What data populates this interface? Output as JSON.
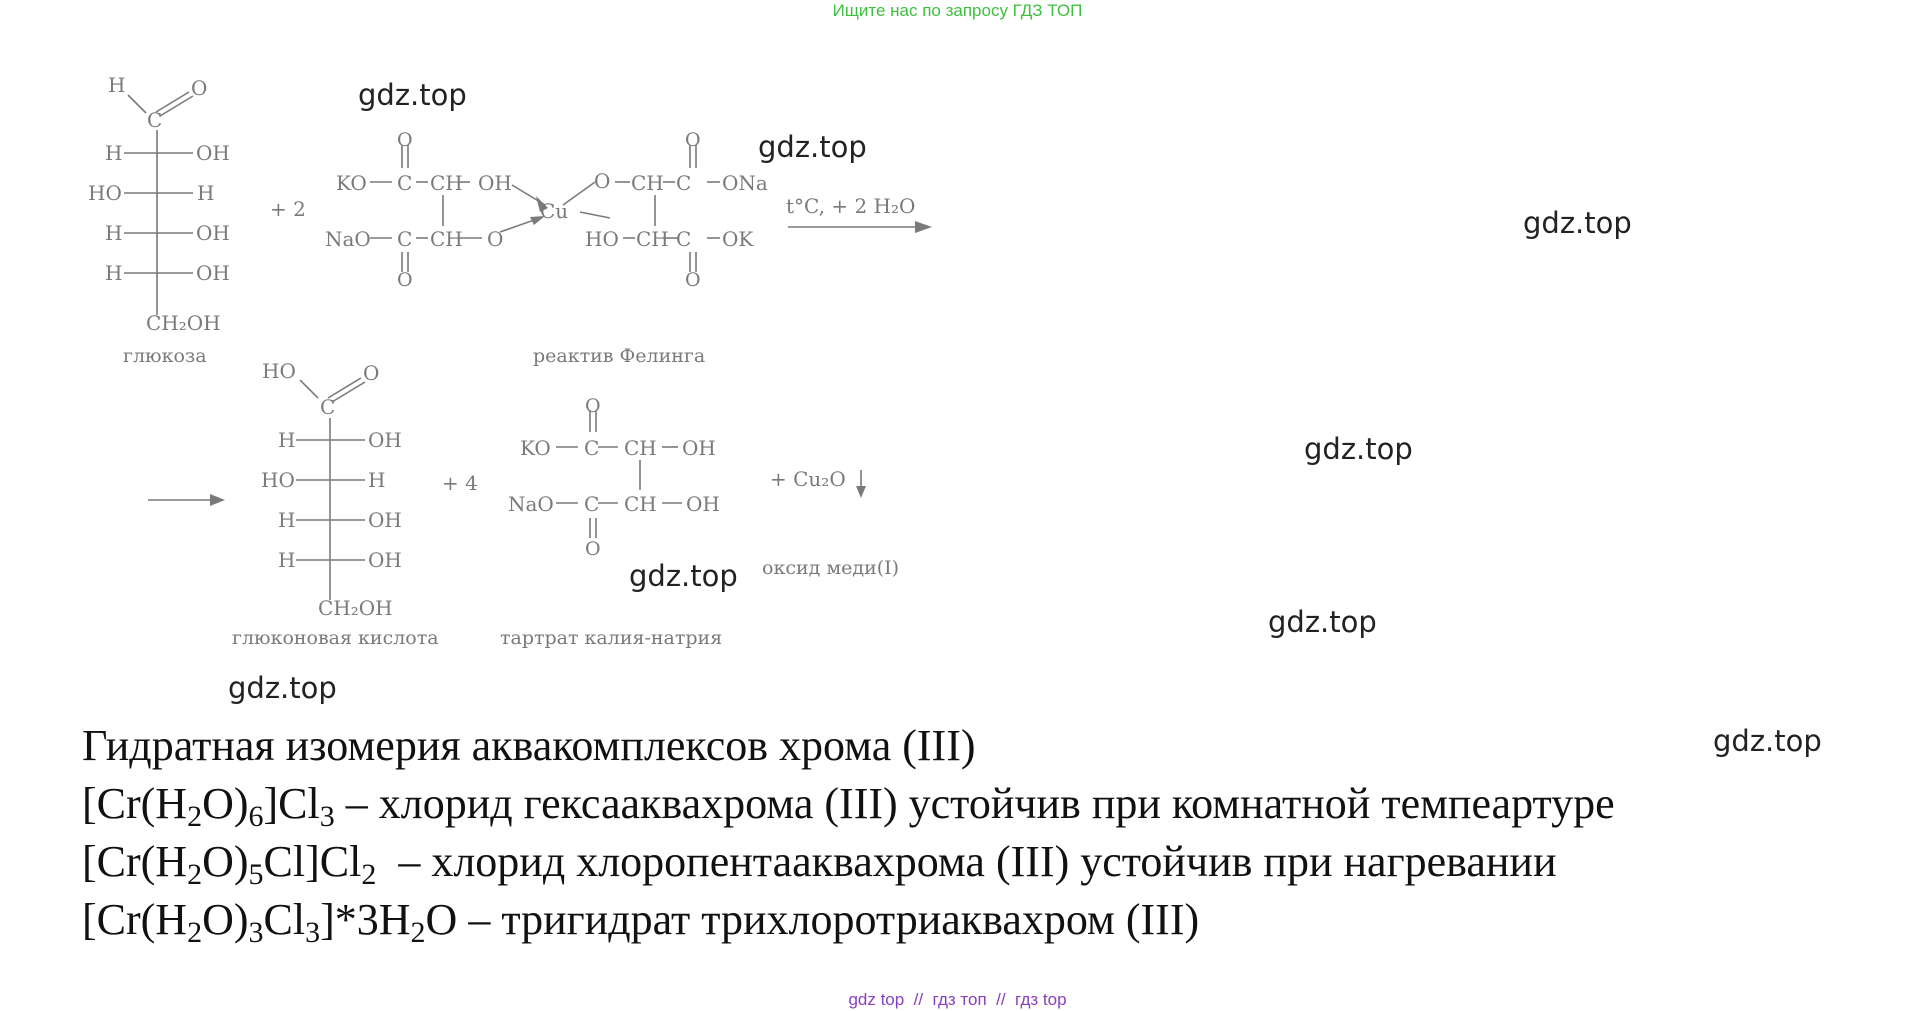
{
  "header": {
    "banner_text": "Ищите нас по запросу ГДЗ ТОП",
    "banner_color": "#3fbf3f"
  },
  "watermarks": [
    "gdz.top",
    "gdz.top",
    "gdz.top",
    "gdz.top",
    "gdz.top",
    "gdz.top",
    "gdz.top",
    "gdz.top"
  ],
  "scheme": {
    "glucose": {
      "h_top": "H",
      "o_top": "O",
      "c": "C",
      "h": "H",
      "oh": "OH",
      "ho": "HO",
      "ch2oh": "CH₂OH",
      "name": "глюкоза"
    },
    "plus_coef": "+ 2",
    "fehling": {
      "o": "O",
      "ko": "KO",
      "c": "C",
      "ch": "CH",
      "oh": "OH",
      "nao": "NaO",
      "o_link": "O",
      "cu": "Cu",
      "ona": "ONa",
      "ho": "HO",
      "ok": "OK",
      "name": "реактив Фелинга"
    },
    "conditions": "t°C, + 2 H₂O",
    "gluconic": {
      "ho": "HO",
      "o": "O",
      "c": "C",
      "h": "H",
      "oh": "OH",
      "ch2oh": "CH₂OH",
      "name": "глюконовая кислота"
    },
    "plus_coef2": "+ 4",
    "tartrate": {
      "o": "O",
      "ko": "KO",
      "c": "C",
      "ch": "CH",
      "oh": "OH",
      "nao": "NaO",
      "name": "тартрат калия-натрия"
    },
    "cu2o": "+ Cu₂O",
    "cu2o_name": "оксид меди(I)"
  },
  "text": {
    "heading": "Гидратная изомерия аквакомплексов хрома (III)",
    "l1": {
      "a": "[Cr(H",
      "s1": "2",
      "b": "O)",
      "s2": "6",
      "c": "]Cl",
      "s3": "3",
      "d": " – хлорид гексаакваxрома (III) устойчив при комнатной темпеартуре"
    },
    "l2": {
      "a": "[Cr(H",
      "s1": "2",
      "b": "O)",
      "s2": "5",
      "c": "Cl]Cl",
      "s3": "2",
      "d": "  – хлорид хлоропентааквахрома (III) устойчив при нагревании"
    },
    "l3": {
      "a": "[Cr(H",
      "s1": "2",
      "b": "O)",
      "s2": "3",
      "c": "Cl",
      "s3": "3",
      "d": "]*3H",
      "s4": "2",
      "e": "O – тригидрат трихлоротриаквахром (III)"
    }
  },
  "footer": {
    "text": "gdz top  //  гдз топ  //  гдз top",
    "color": "#8a3fbf"
  }
}
